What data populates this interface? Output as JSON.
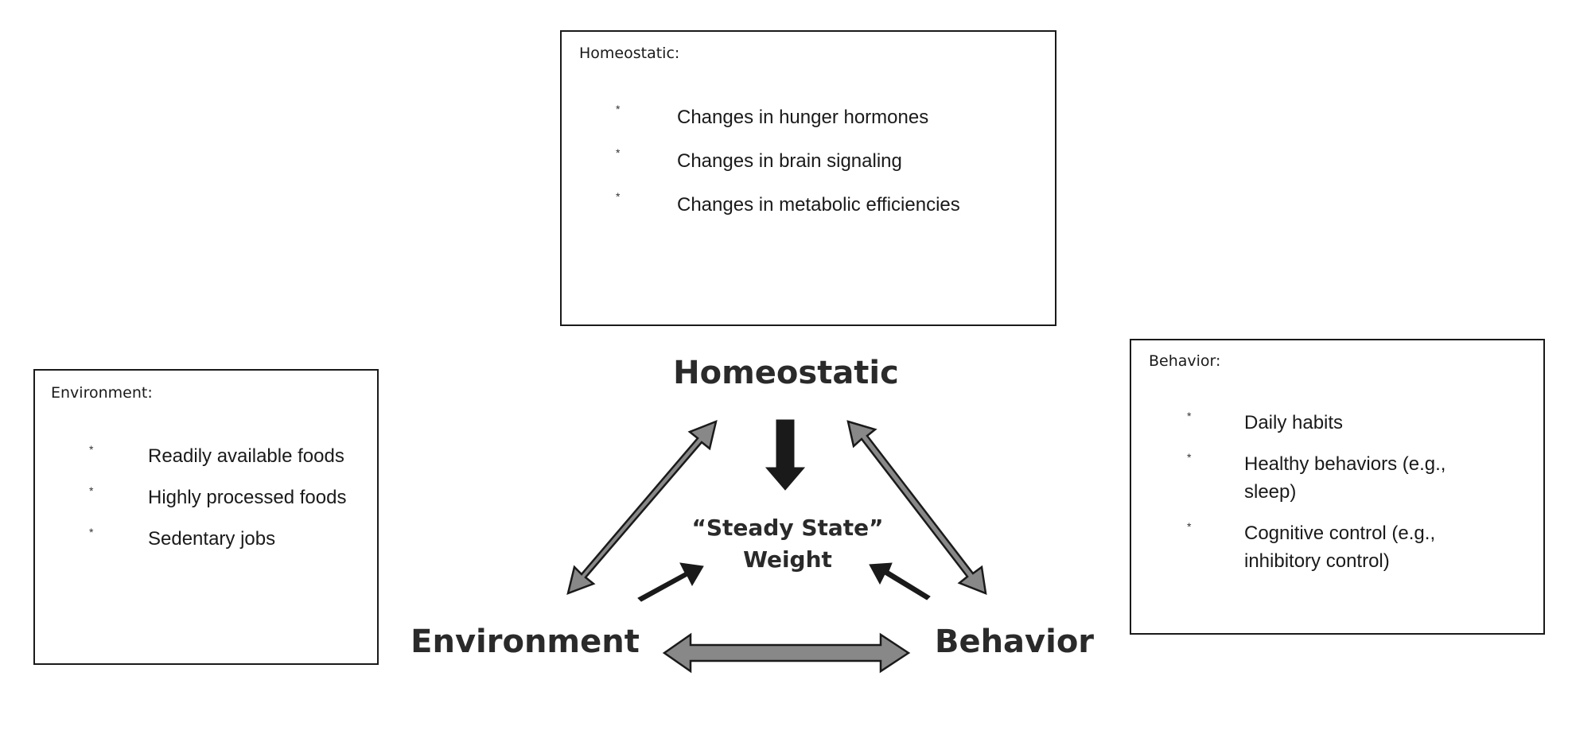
{
  "boxes": {
    "homeostatic": {
      "title": "Homeostatic:",
      "items": [
        "Changes in hunger hormones",
        "Changes in brain signaling",
        "Changes in metabolic efficiencies"
      ]
    },
    "environment": {
      "title": "Environment:",
      "items": [
        "Readily available foods",
        "Highly processed foods",
        "Sedentary jobs"
      ]
    },
    "behavior": {
      "title": "Behavior:",
      "items": [
        "Daily habits",
        "Healthy behaviors (e.g., sleep)",
        "Cognitive control (e.g., inhibitory control)"
      ]
    }
  },
  "bullet_glyph": "*",
  "nodes": {
    "homeostatic": "Homeostatic",
    "environment": "Environment",
    "behavior": "Behavior",
    "center_line1": "“Steady State”",
    "center_line2": "Weight"
  },
  "colors": {
    "double_arrow_fill": "#888888",
    "single_arrow_fill": "#1a1a1a",
    "outline": "#1a1a1a"
  }
}
